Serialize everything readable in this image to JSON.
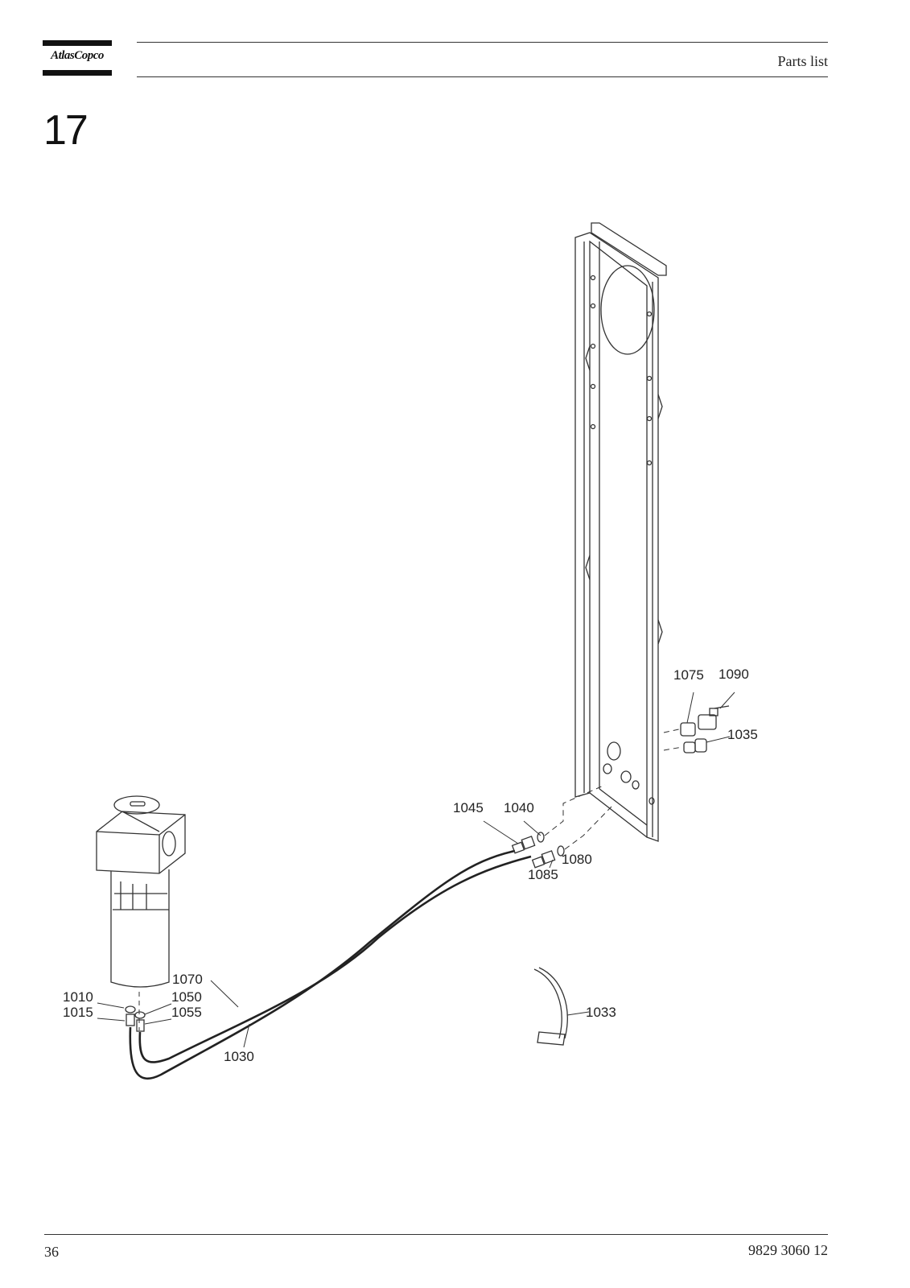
{
  "header": {
    "logo_text": "AtlasCopco",
    "title": "Parts list"
  },
  "section_number": "17",
  "callouts": [
    "1010",
    "1015",
    "1030",
    "1033",
    "1035",
    "1040",
    "1045",
    "1050",
    "1055",
    "1070",
    "1075",
    "1080",
    "1085",
    "1090"
  ],
  "footer": {
    "page_number": "36",
    "document_number": "9829 3060 12"
  }
}
